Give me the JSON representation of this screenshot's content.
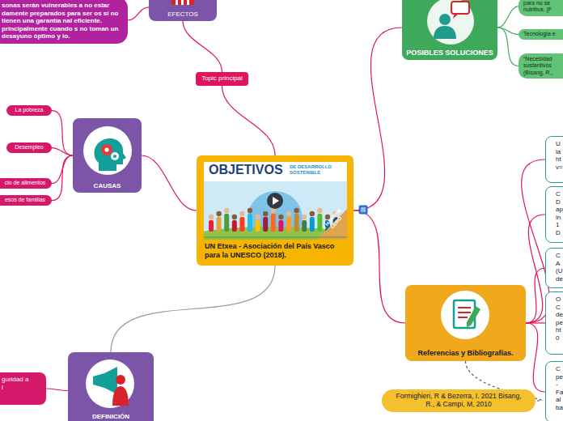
{
  "diagram": {
    "nodes": [
      {
        "text": [
          "sonas serán vulnerables a no estar damente preparados para ser os si no tienen una garantía nal eficiente. principalmente cuando s no toman un desayuno óptimo y io."
        ]
      },
      {
        "text": [
          "EFECTOS"
        ]
      },
      {
        "text": [
          "Topic principal"
        ]
      },
      {
        "text": [
          "POSIBLES SOLUCIONES"
        ]
      },
      {
        "text": [
          "para no se nutritiva. (F"
        ]
      },
      {
        "text": [
          "Tecnología e"
        ]
      },
      {
        "text": [
          "“Necesidad sustantivos (Bisang, R.,"
        ]
      },
      {
        "text": [
          "CAUSAS"
        ]
      },
      {
        "text": [
          "La pobreza"
        ]
      },
      {
        "text": [
          "Desempleo"
        ]
      },
      {
        "text": [
          "cio de alimentos"
        ]
      },
      {
        "text": [
          "esos de familias"
        ]
      },
      {
        "text": [
          "UN Etxea - Asociación del País Vasco para la UNESCO (2018)."
        ]
      },
      {
        "text": [
          "Referencias y Bibliografías."
        ]
      },
      {
        "text": [
          "U la ht v="
        ]
      },
      {
        "text": [
          "C D ap in 1 D"
        ]
      },
      {
        "text": [
          "C A (U de"
        ]
      },
      {
        "text": [
          "O C de pe ht 0"
        ]
      },
      {
        "text": [
          "C pe - Fa al ba"
        ]
      },
      {
        "text": [
          "Formighieri, R & Bezerra, I. 2021 Bisang, R., & Campi, M, 2010"
        ]
      },
      {
        "text": [
          "DEFINICIÓN"
        ]
      },
      {
        "text": [
          "guridad a l"
        ]
      }
    ],
    "edges": [
      {
        "from": 12,
        "to": 2,
        "arrow": "none"
      },
      {
        "from": 2,
        "to": 1,
        "arrow": "none"
      },
      {
        "from": 1,
        "to": 0,
        "arrow": "none"
      },
      {
        "from": 12,
        "to": 3,
        "arrow": "none"
      },
      {
        "from": 3,
        "to": 4,
        "arrow": "none"
      },
      {
        "from": 3,
        "to": 5,
        "arrow": "none"
      },
      {
        "from": 3,
        "to": 6,
        "arrow": "none"
      },
      {
        "from": 12,
        "to": 7,
        "arrow": "none"
      },
      {
        "from": 7,
        "to": 8,
        "arrow": "none"
      },
      {
        "from": 7,
        "to": 9,
        "arrow": "none"
      },
      {
        "from": 7,
        "to": 10,
        "arrow": "none"
      },
      {
        "from": 7,
        "to": 11,
        "arrow": "none"
      },
      {
        "from": 12,
        "to": 13,
        "arrow": "none"
      },
      {
        "from": 13,
        "to": 14,
        "arrow": "none"
      },
      {
        "from": 13,
        "to": 15,
        "arrow": "none"
      },
      {
        "from": 13,
        "to": 16,
        "arrow": "none"
      },
      {
        "from": 13,
        "to": 17,
        "arrow": "none"
      },
      {
        "from": 13,
        "to": 18,
        "arrow": "none"
      },
      {
        "from": 13,
        "to": 19,
        "arrow": "none"
      },
      {
        "from": 12,
        "to": 20,
        "arrow": "none"
      },
      {
        "from": 20,
        "to": 21,
        "arrow": "none"
      }
    ],
    "labels": [
      "OBJETIVOS",
      "DE DESARROLLO SOSTENIBLE",
      "2 HAMBRE CERO"
    ]
  }
}
